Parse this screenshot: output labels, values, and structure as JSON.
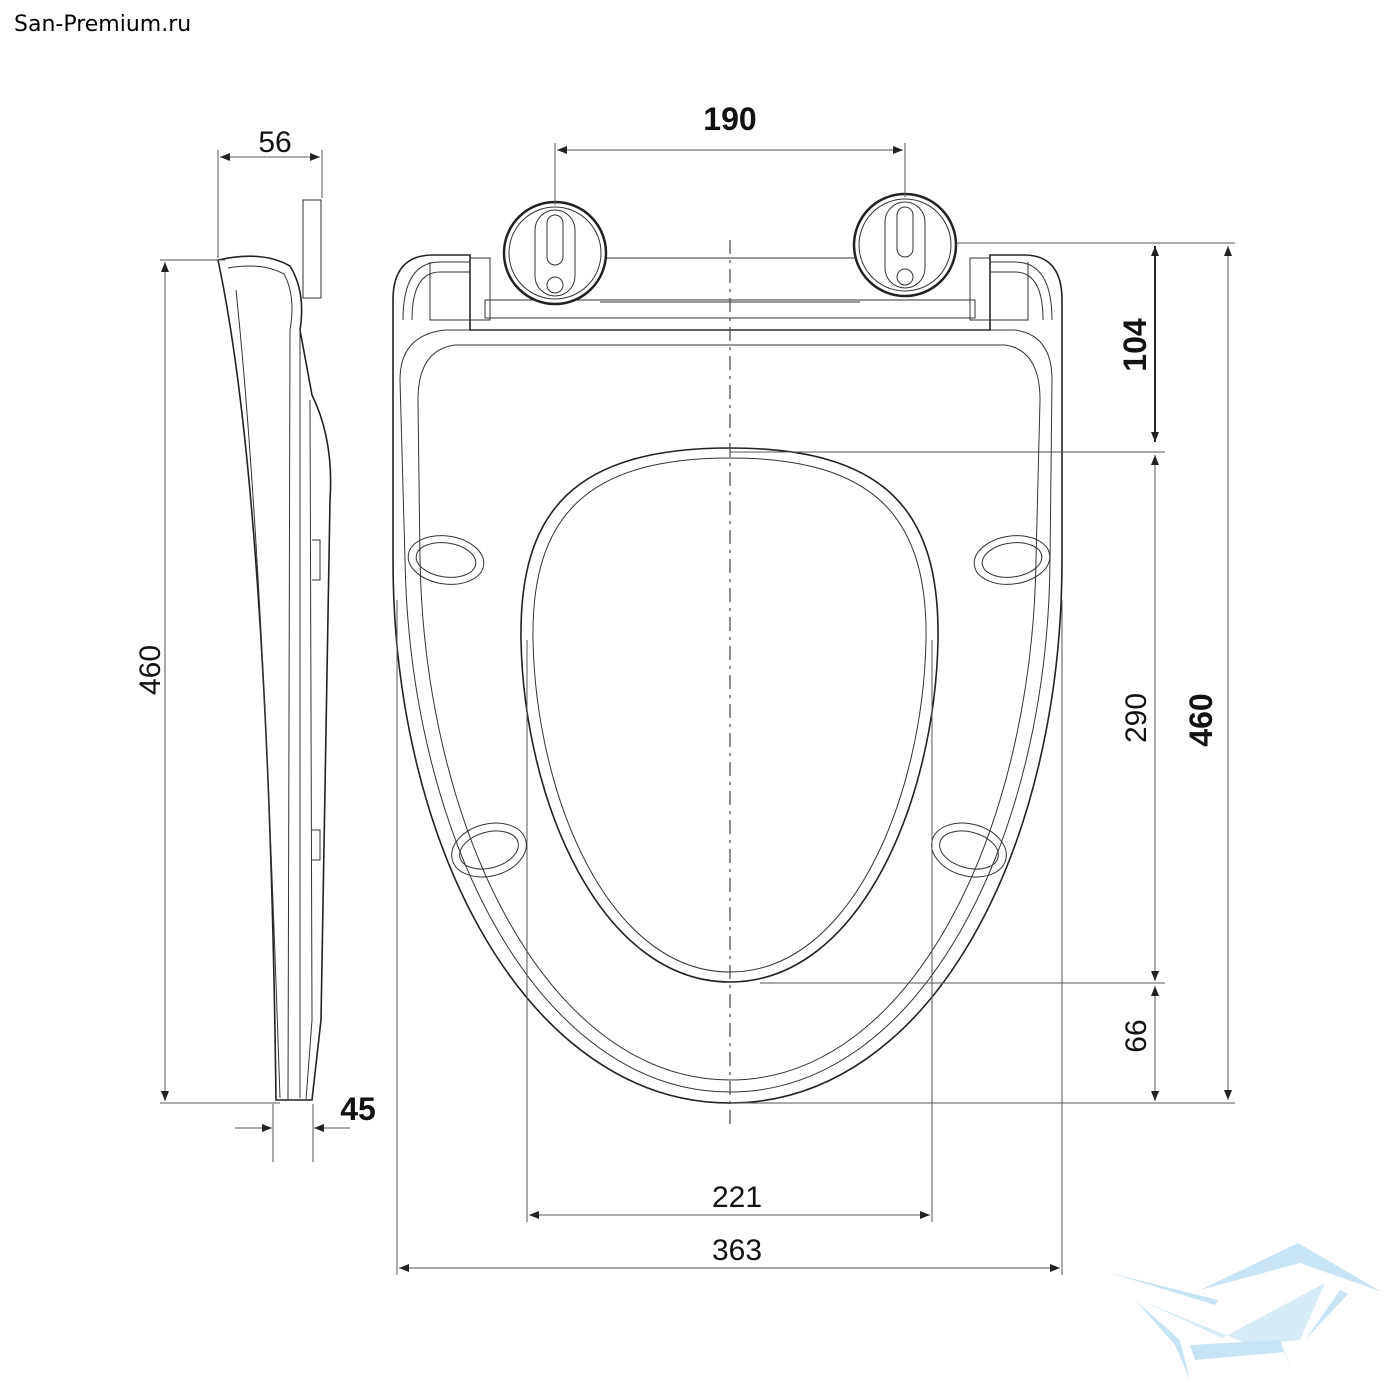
{
  "watermark": "San-Premium.ru",
  "logo_text": "San-Premium.ru",
  "colors": {
    "line": "#222222",
    "logo": "#bfe0f3",
    "watermark": "#c8c8c8"
  },
  "dimensions": {
    "hinge_spacing": "190",
    "hinge_to_opening": "104",
    "opening_length": "290",
    "opening_to_front": "66",
    "total_length_right": "460",
    "opening_width": "221",
    "total_width": "363",
    "side_height": "56",
    "side_length": "460",
    "side_thickness": "45"
  }
}
